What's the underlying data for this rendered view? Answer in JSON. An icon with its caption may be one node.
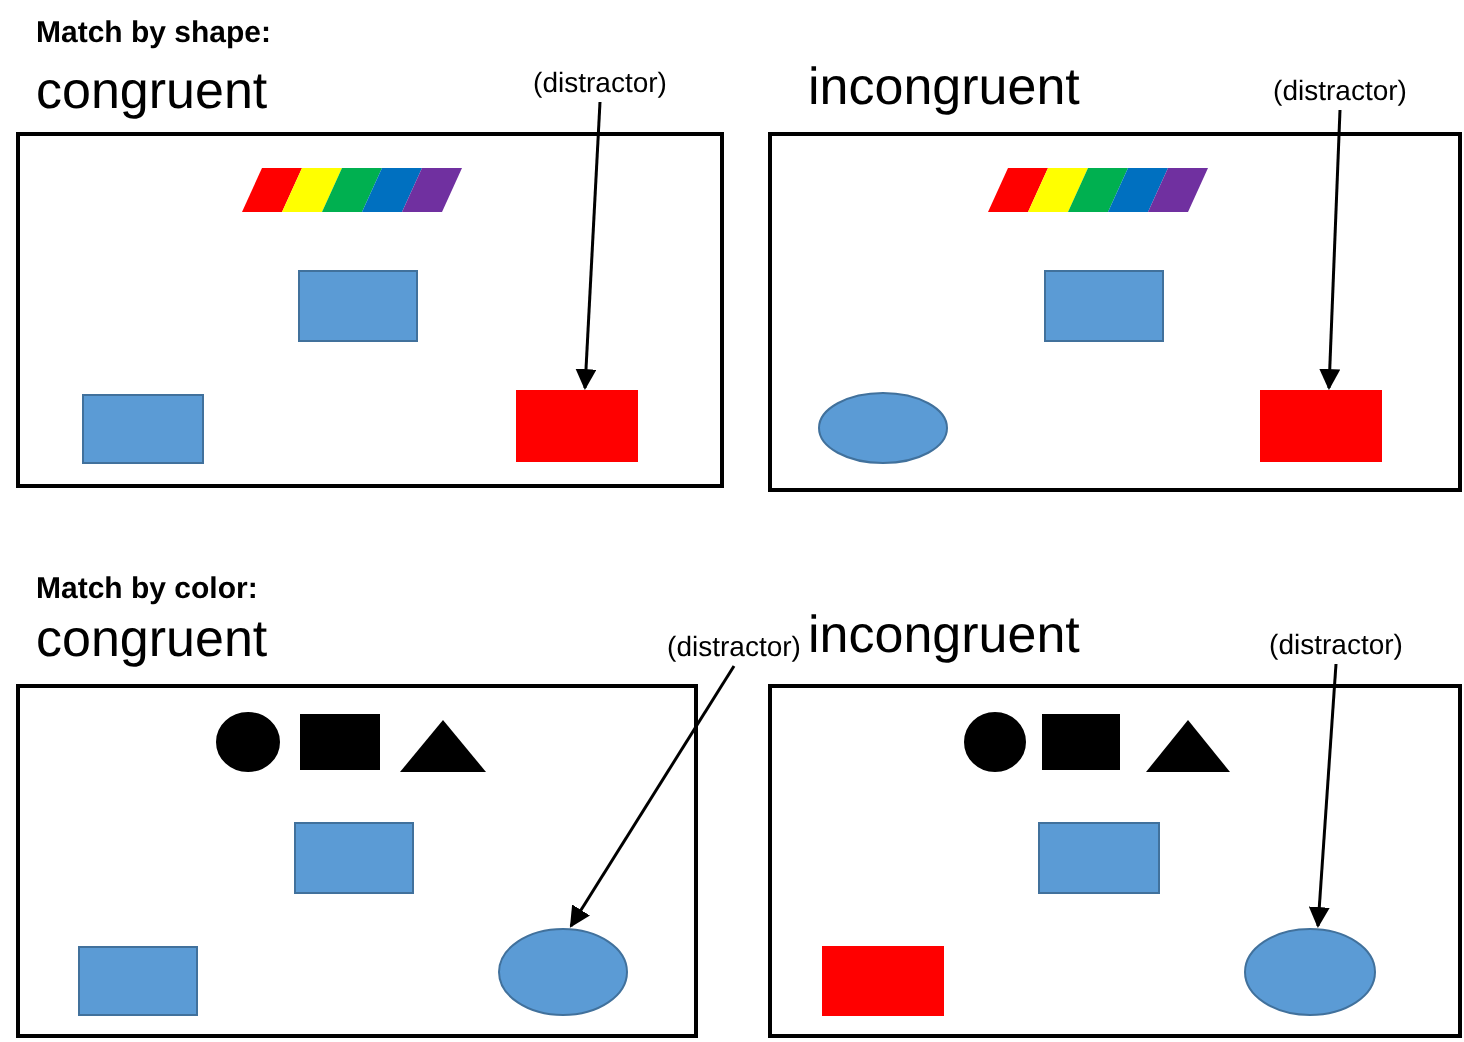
{
  "diagram": {
    "nodes": [
      {
        "text": [
          "congruent"
        ]
      },
      {
        "text": [
          "(distractor)"
        ]
      },
      {
        "text": [],
        "shape": "picture",
        "in": 0
      },
      {
        "text": [],
        "shape": "box",
        "in": 0
      },
      {
        "text": [],
        "shape": "box",
        "in": 0
      },
      {
        "text": [],
        "shape": "box",
        "in": 0
      },
      {
        "text": [
          "incongruent"
        ]
      },
      {
        "text": [
          "(distractor)"
        ]
      },
      {
        "text": [],
        "shape": "picture",
        "in": 6
      },
      {
        "text": [],
        "shape": "box",
        "in": 6
      },
      {
        "text": [],
        "shape": "circle",
        "in": 6
      },
      {
        "text": [],
        "shape": "box",
        "in": 6
      },
      {
        "text": [
          "congruent"
        ]
      },
      {
        "text": [
          "(distractor)"
        ]
      },
      {
        "text": [],
        "shape": "circle",
        "in": 12
      },
      {
        "text": [],
        "shape": "box",
        "in": 12
      },
      {
        "text": [],
        "shape": "triangle",
        "in": 12
      },
      {
        "text": [],
        "shape": "box",
        "in": 12
      },
      {
        "text": [],
        "shape": "box",
        "in": 12
      },
      {
        "text": [],
        "shape": "circle",
        "in": 12
      },
      {
        "text": [
          "incongruent"
        ]
      },
      {
        "text": [
          "(distractor)"
        ]
      },
      {
        "text": [],
        "shape": "circle",
        "in": 20
      },
      {
        "text": [],
        "shape": "box",
        "in": 20
      },
      {
        "text": [],
        "shape": "triangle",
        "in": 20
      },
      {
        "text": [],
        "shape": "box",
        "in": 20
      },
      {
        "text": [],
        "shape": "box",
        "in": 20
      },
      {
        "text": [],
        "shape": "circle",
        "in": 20
      }
    ],
    "edges": [
      {
        "from": 1,
        "to": 5,
        "arrow": "to"
      },
      {
        "from": 7,
        "to": 11,
        "arrow": "to"
      },
      {
        "from": 13,
        "to": 19,
        "arrow": "to"
      },
      {
        "from": 21,
        "to": 27,
        "arrow": "to"
      }
    ],
    "labels": [
      "Match by shape:",
      "Match by color:"
    ]
  }
}
